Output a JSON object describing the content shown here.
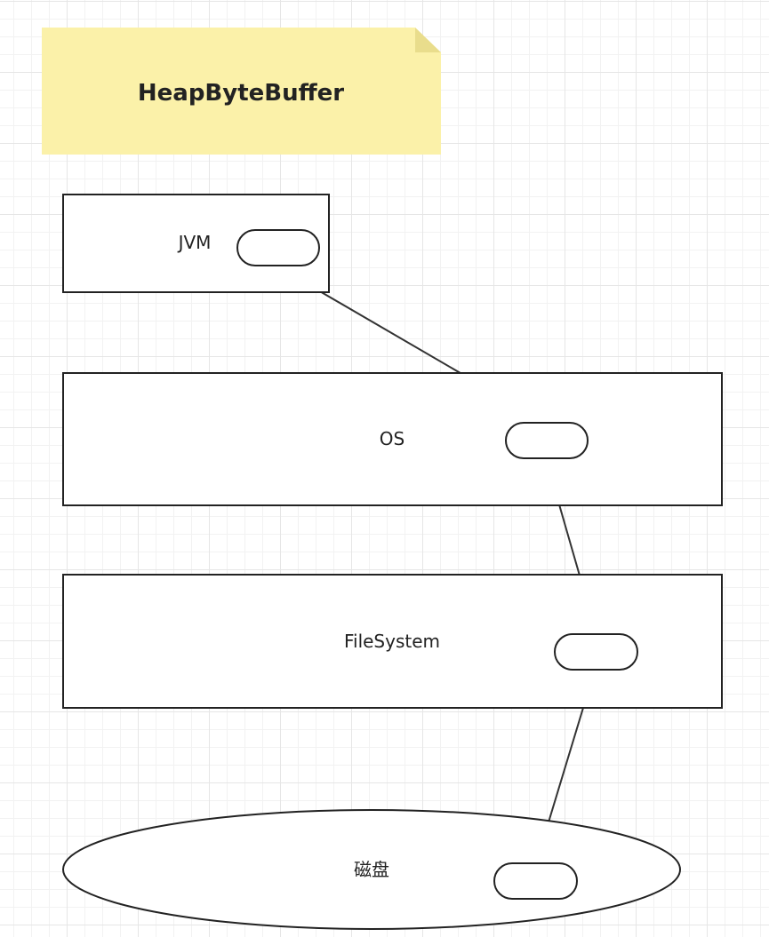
{
  "note": {
    "title": "HeapByteBuffer",
    "fill_color": "#fbf1a9",
    "fold_color": "#e9dd8c"
  },
  "layers": {
    "jvm": {
      "label": "JVM"
    },
    "os": {
      "label": "OS"
    },
    "filesystem": {
      "label": "FileSystem"
    },
    "disk": {
      "label": "磁盘"
    }
  },
  "colors": {
    "stroke": "#222222",
    "grid": "#e6e6e6",
    "background": "#ffffff"
  }
}
